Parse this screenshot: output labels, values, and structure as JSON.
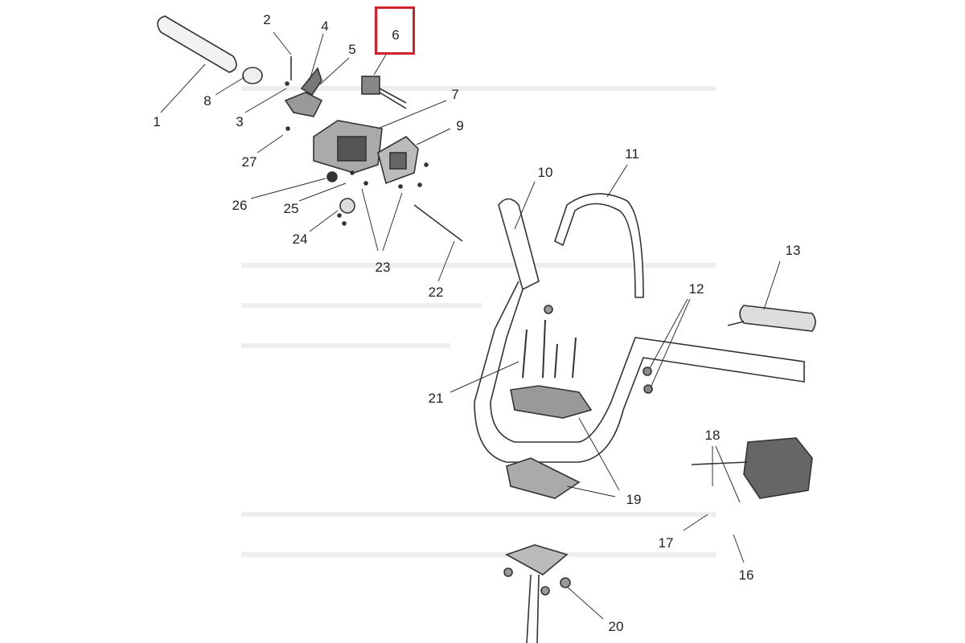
{
  "diagram": {
    "highlight_color": "#d0202a",
    "highlighted_part": "6",
    "callouts": [
      "1",
      "2",
      "3",
      "4",
      "5",
      "6",
      "7",
      "8",
      "9",
      "10",
      "11",
      "12",
      "13",
      "16",
      "17",
      "18",
      "19",
      "20",
      "21",
      "22",
      "23",
      "24",
      "25",
      "26",
      "27"
    ]
  }
}
